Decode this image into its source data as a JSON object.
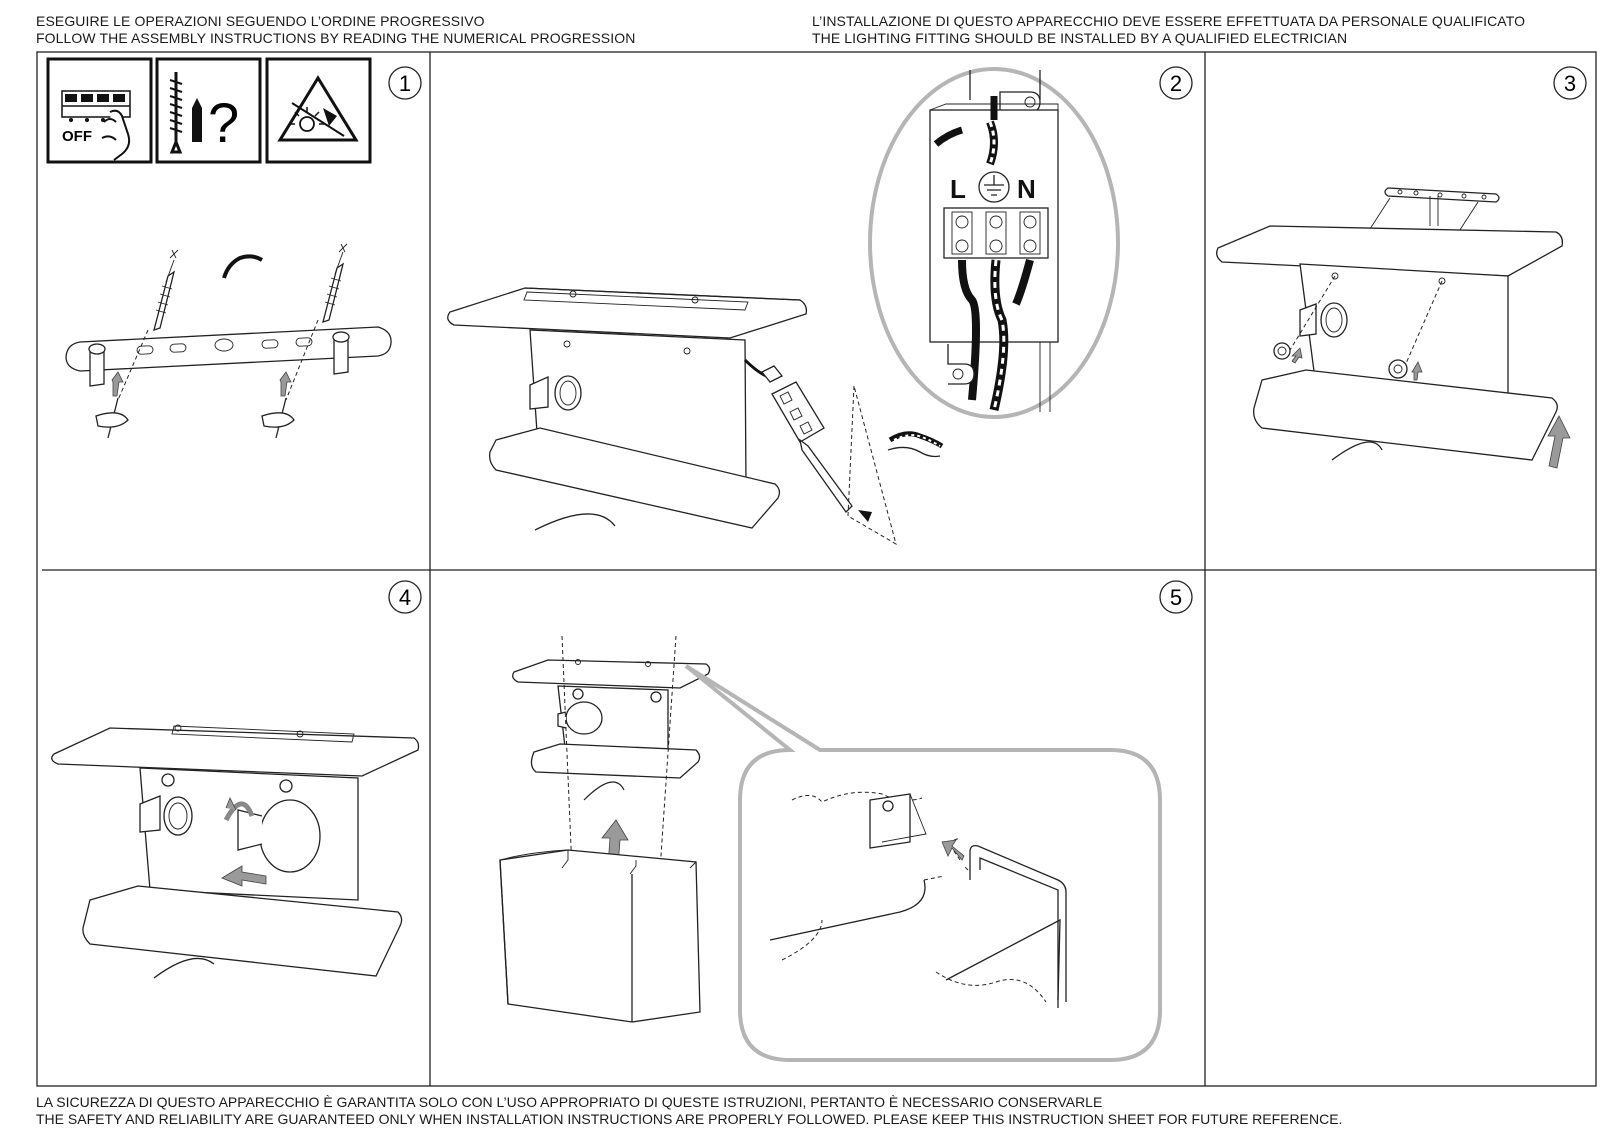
{
  "header": {
    "left_it": "ESEGUIRE LE OPERAZIONI SEGUENDO L’ORDINE PROGRESSIVO",
    "left_en": "FOLLOW THE ASSEMBLY INSTRUCTIONS BY READING THE NUMERICAL PROGRESSION",
    "right_it": "L’INSTALLAZIONE DI QUESTO APPARECCHIO DEVE ESSERE EFFETTUATA DA PERSONALE QUALIFICATO",
    "right_en": "THE LIGHTING FITTING SHOULD BE INSTALLED BY A QUALIFIED ELECTRICIAN"
  },
  "footer": {
    "it": "LA SICUREZZA DI QUESTO APPARECCHIO È GARANTITA SOLO CON L’USO APPROPRIATO DI QUESTE ISTRUZIONI, PERTANTO È NECESSARIO CONSERVARLE",
    "en": "THE SAFETY AND RELIABILITY ARE GUARANTEED ONLY WHEN INSTALLATION INSTRUCTIONS ARE PROPERLY FOLLOWED. PLEASE KEEP THIS INSTRUCTION SHEET FOR FUTURE REFERENCE."
  },
  "steps": [
    "1",
    "2",
    "3",
    "4",
    "5"
  ],
  "icons": {
    "power_off_label": "OFF",
    "hardware_question": "?",
    "terminal_l": "L",
    "terminal_n": "N"
  },
  "icon_names": [
    "power-off-switch-icon",
    "screw-anchor-question-icon",
    "no-hot-bulb-warning-icon",
    "earth-ground-icon"
  ]
}
